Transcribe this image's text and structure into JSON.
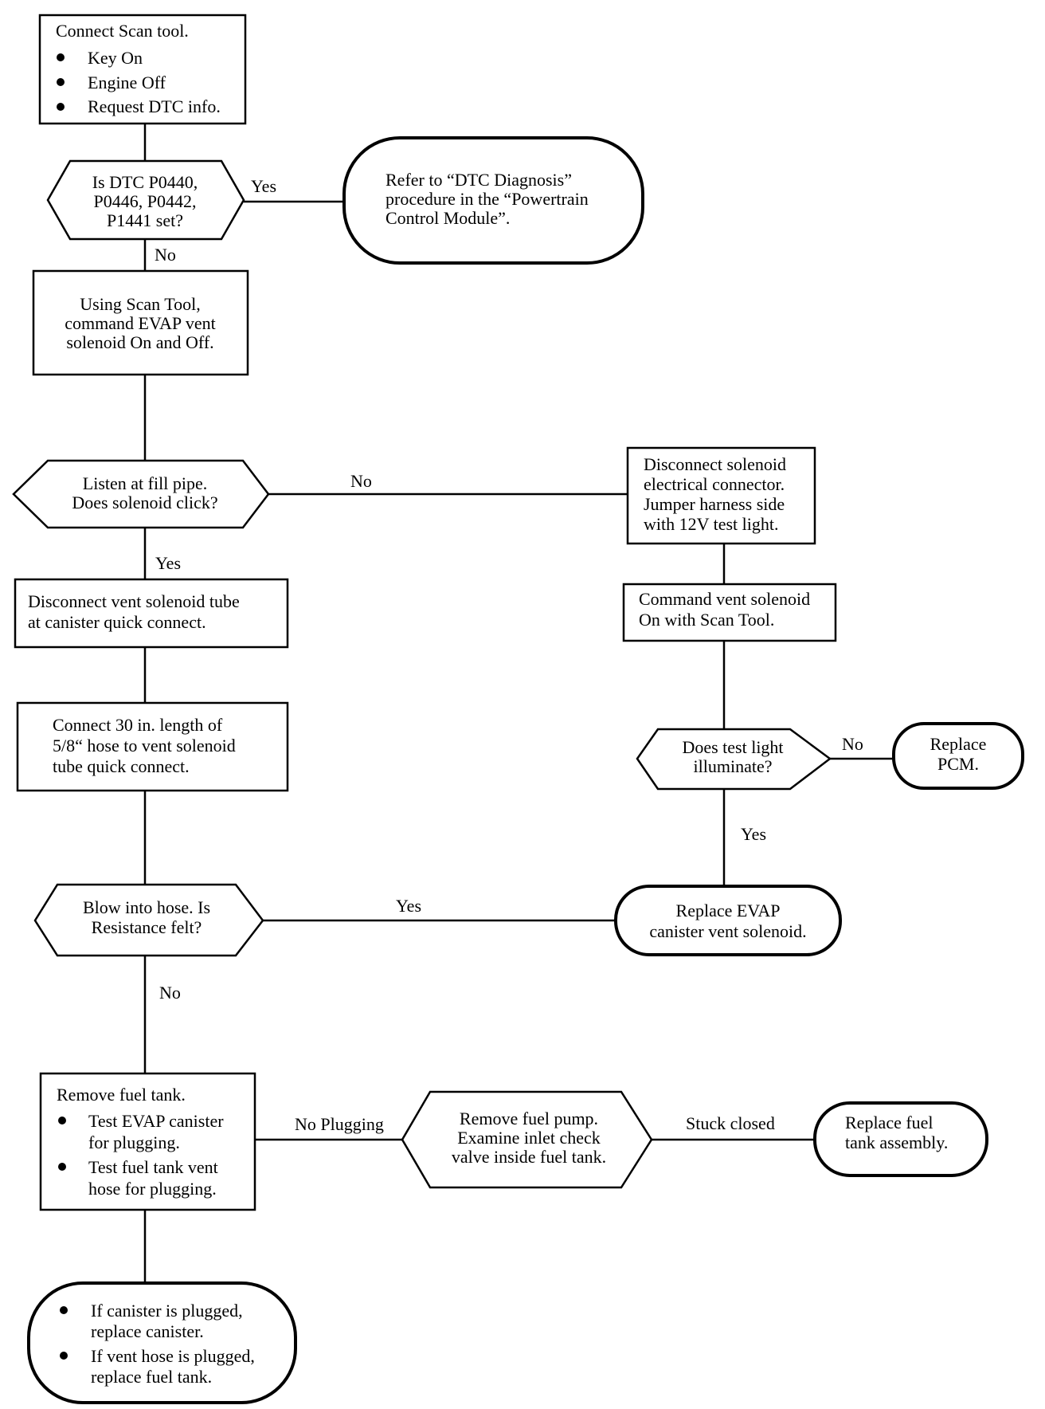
{
  "nodes": {
    "start": {
      "title": "Connect Scan tool.",
      "bullets": [
        "Key On",
        "Engine Off",
        "Request DTC info."
      ]
    },
    "dtc_check": {
      "lines": [
        "Is DTC P0440,",
        "P0446, P0442,",
        "P1441 set?"
      ]
    },
    "dtc_refer": {
      "lines": [
        "Refer to “DTC Diagnosis”",
        "procedure in the “Powertrain",
        "Control Module”."
      ]
    },
    "command_vent": {
      "lines": [
        "Using Scan Tool,",
        "command EVAP vent",
        "solenoid On and Off."
      ]
    },
    "listen": {
      "lines": [
        "Listen at fill pipe.",
        "Does solenoid click?"
      ]
    },
    "disconnect_conn": {
      "lines": [
        "Disconnect solenoid",
        "electrical connector.",
        "Jumper harness side",
        "with 12V test light."
      ]
    },
    "disconnect_tube": {
      "lines": [
        "Disconnect vent solenoid tube",
        "at canister quick connect."
      ]
    },
    "command_on": {
      "lines": [
        "Command vent solenoid",
        "On with Scan Tool."
      ]
    },
    "connect_hose": {
      "lines": [
        "Connect 30 in. length of",
        "5/8“ hose to vent solenoid",
        "tube quick connect."
      ]
    },
    "test_light": {
      "lines": [
        "Does test light",
        "illuminate?"
      ]
    },
    "replace_pcm": {
      "lines": [
        "Replace",
        "PCM."
      ]
    },
    "blow": {
      "lines": [
        "Blow into hose. Is",
        "Resistance felt?"
      ]
    },
    "replace_evap": {
      "lines": [
        "Replace EVAP",
        "canister vent solenoid."
      ]
    },
    "remove_tank": {
      "title": "Remove fuel tank.",
      "bullets": [
        [
          "Test EVAP canister",
          "for plugging."
        ],
        [
          "Test fuel tank vent",
          "hose for plugging."
        ]
      ]
    },
    "remove_pump": {
      "lines": [
        "Remove fuel pump.",
        "Examine inlet check",
        "valve inside fuel tank."
      ]
    },
    "replace_tank_assy": {
      "lines": [
        "Replace fuel",
        "tank assembly."
      ]
    },
    "final": {
      "bullets": [
        [
          "If canister is plugged,",
          "replace canister."
        ],
        [
          "If vent hose is plugged,",
          "replace fuel tank."
        ]
      ]
    }
  },
  "edge_labels": {
    "dtc_yes": "Yes",
    "dtc_no": "No",
    "listen_no": "No",
    "listen_yes": "Yes",
    "light_no": "No",
    "light_yes": "Yes",
    "blow_yes": "Yes",
    "blow_no": "No",
    "no_plugging": "No Plugging",
    "stuck_closed": "Stuck closed"
  }
}
